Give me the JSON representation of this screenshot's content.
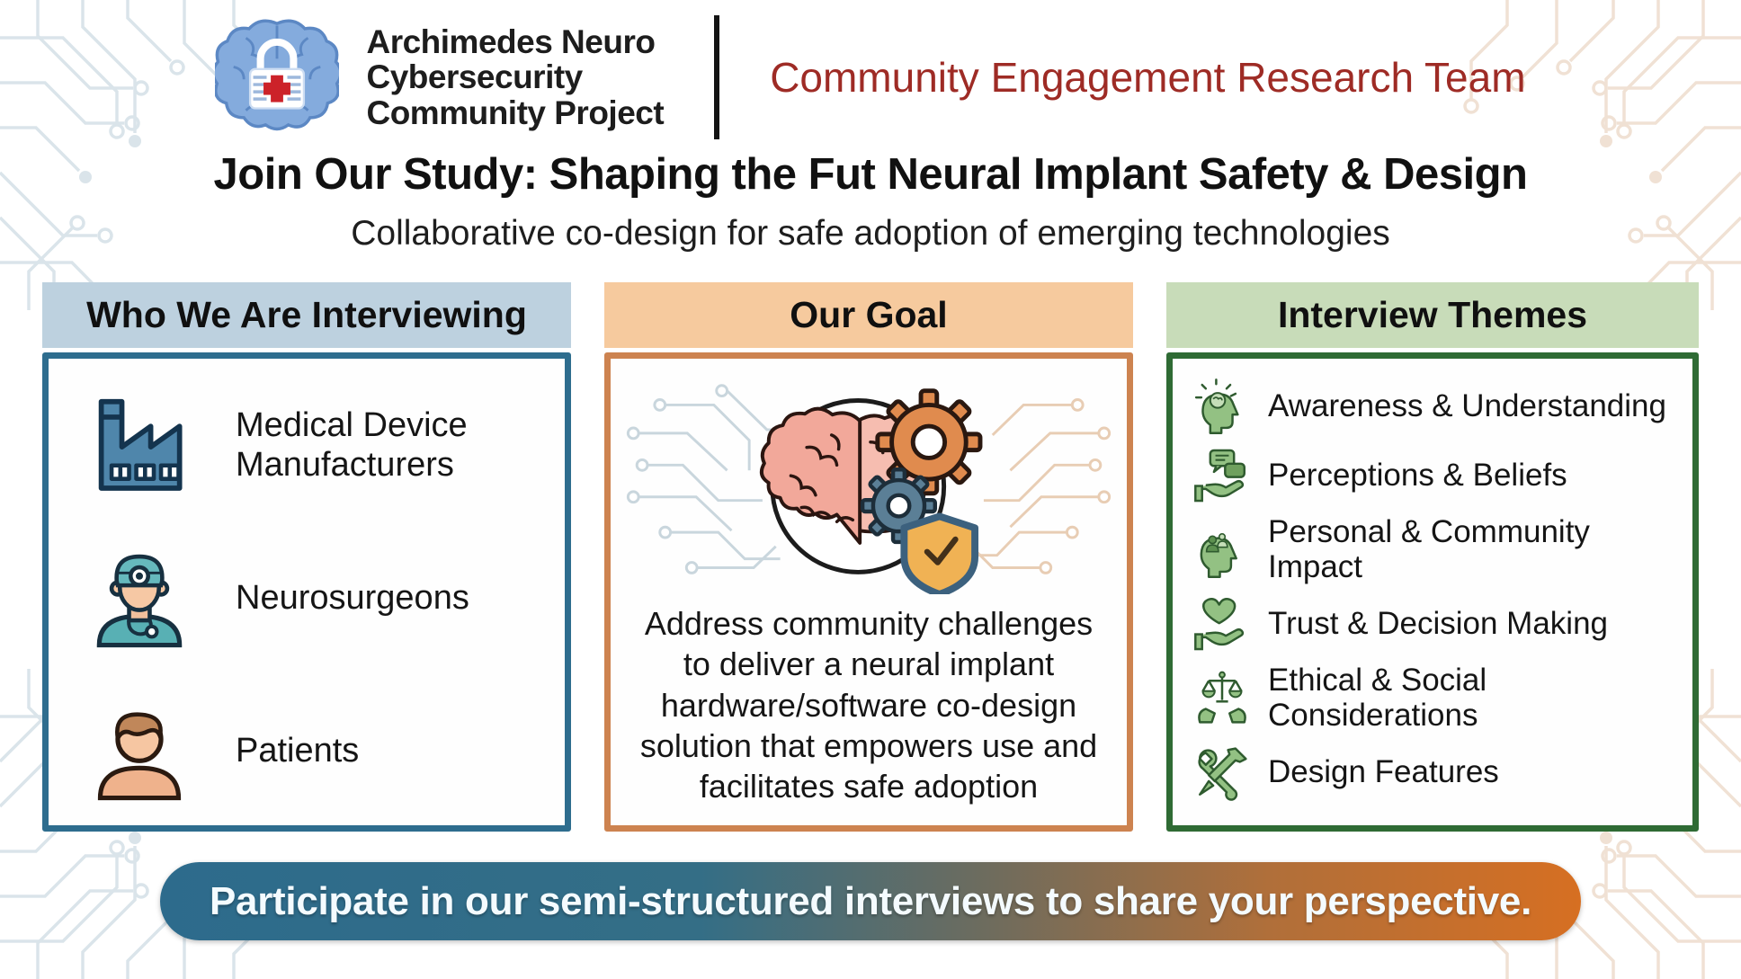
{
  "header": {
    "logo": {
      "icon": "brain-lock-logo",
      "line1": "Archimedes Neuro",
      "line2": "Cybersecurity",
      "line3": "Community Project"
    },
    "team_name": "Community Engagement Research Team",
    "team_color": "#9e2b25"
  },
  "hero": {
    "title": "Join Our Study: Shaping the Fut Neural Implant Safety & Design",
    "subtitle": "Collaborative co-design for safe adoption of emerging technologies"
  },
  "columns": {
    "who": {
      "header": "Who We Are Interviewing",
      "header_bg": "#bdd1df",
      "accent": "#2e6d8e",
      "items": [
        {
          "icon": "factory-icon",
          "label": "Medical Device Manufacturers"
        },
        {
          "icon": "neurosurgeon-icon",
          "label": "Neurosurgeons"
        },
        {
          "icon": "patient-icon",
          "label": "Patients"
        }
      ]
    },
    "goal": {
      "header": "Our Goal",
      "header_bg": "#f6ca9e",
      "accent": "#cd8350",
      "icon": "brain-gears-shield-icon",
      "description": "Address community challenges to deliver a neural implant hardware/software co-design solution that empowers use and facilitates safe adoption"
    },
    "themes": {
      "header": "Interview Themes",
      "header_bg": "#c8dcb9",
      "accent": "#2f6b34",
      "items": [
        {
          "icon": "awareness-icon",
          "label": "Awareness & Understanding"
        },
        {
          "icon": "perceptions-icon",
          "label": "Perceptions & Beliefs"
        },
        {
          "icon": "community-impact-icon",
          "label": "Personal & Community Impact"
        },
        {
          "icon": "trust-icon",
          "label": "Trust & Decision Making"
        },
        {
          "icon": "ethics-icon",
          "label": "Ethical & Social Considerations"
        },
        {
          "icon": "design-icon",
          "label": "Design Features"
        }
      ]
    }
  },
  "banner": {
    "text": "Participate in our semi-structured interviews to share your perspective.",
    "gradient_start": "#2d6b8c",
    "gradient_end": "#d66f22"
  }
}
